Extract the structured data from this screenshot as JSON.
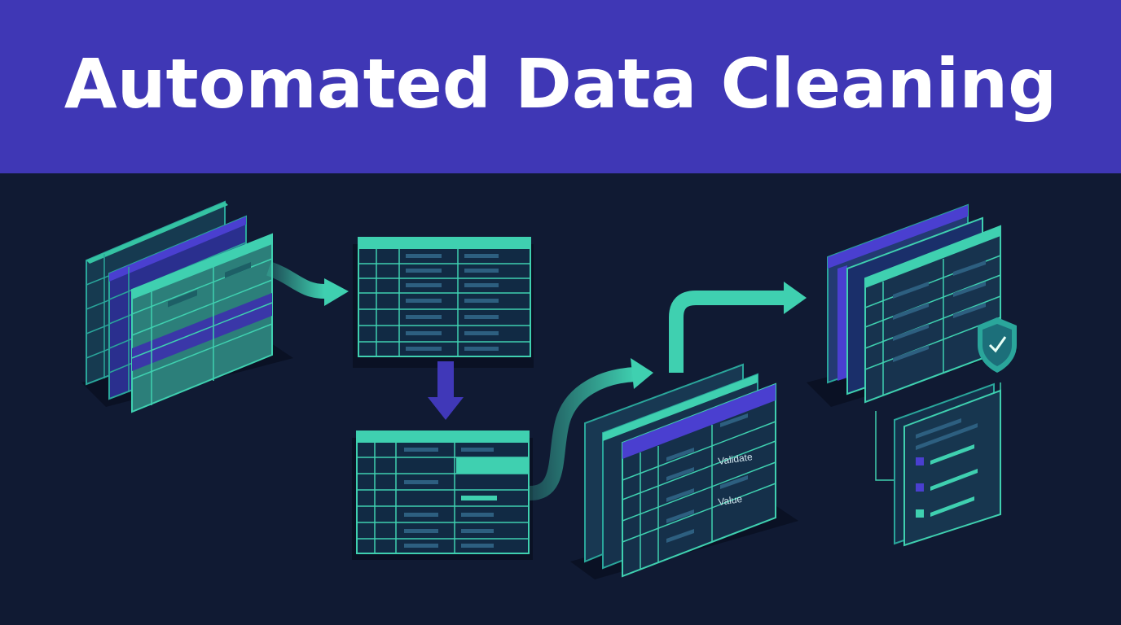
{
  "title": "Automated Data Cleaning",
  "labels": {
    "validate": "Validate",
    "value": "Value"
  },
  "colors": {
    "banner": "#3f37b5",
    "background": "#101a33",
    "teal": "#3cc8a5",
    "indigo": "#4038b8",
    "panel": "#14304a"
  },
  "icons": {
    "shield": "shield-check-icon",
    "flow_arrow": "arrow-right-icon",
    "down_arrow": "arrow-down-icon"
  }
}
